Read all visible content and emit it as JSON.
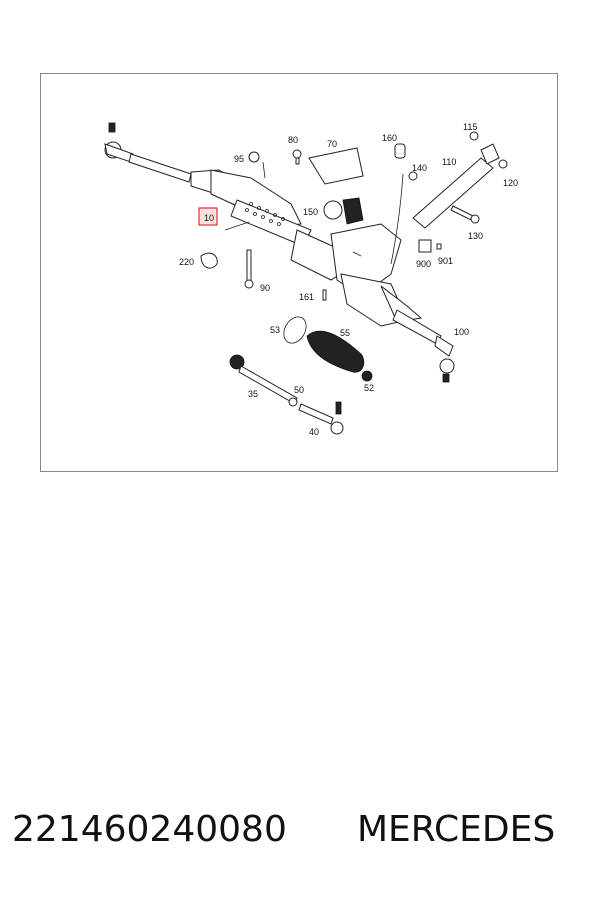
{
  "diagram": {
    "highlighted_label": "10",
    "labels": [
      {
        "id": "p80",
        "text": "80"
      },
      {
        "id": "p70",
        "text": "70"
      },
      {
        "id": "p160",
        "text": "160"
      },
      {
        "id": "p115",
        "text": "115"
      },
      {
        "id": "p95",
        "text": "95"
      },
      {
        "id": "p110",
        "text": "110"
      },
      {
        "id": "p140",
        "text": "140"
      },
      {
        "id": "p120",
        "text": "120"
      },
      {
        "id": "p150",
        "text": "150"
      },
      {
        "id": "p130",
        "text": "130"
      },
      {
        "id": "p220",
        "text": "220"
      },
      {
        "id": "p900",
        "text": "900"
      },
      {
        "id": "p901",
        "text": "901"
      },
      {
        "id": "p90",
        "text": "90"
      },
      {
        "id": "p161",
        "text": "161"
      },
      {
        "id": "p53",
        "text": "53"
      },
      {
        "id": "p55",
        "text": "55"
      },
      {
        "id": "p100",
        "text": "100"
      },
      {
        "id": "p52",
        "text": "52"
      },
      {
        "id": "p50",
        "text": "50"
      },
      {
        "id": "p35",
        "text": "35"
      },
      {
        "id": "p40",
        "text": "40"
      }
    ]
  },
  "caption": {
    "part_number": "221460240080",
    "brand": "MERCEDES"
  },
  "colors": {
    "highlight": "#e03030",
    "highlight_fill": "#fbe0e0",
    "line": "#222222"
  }
}
